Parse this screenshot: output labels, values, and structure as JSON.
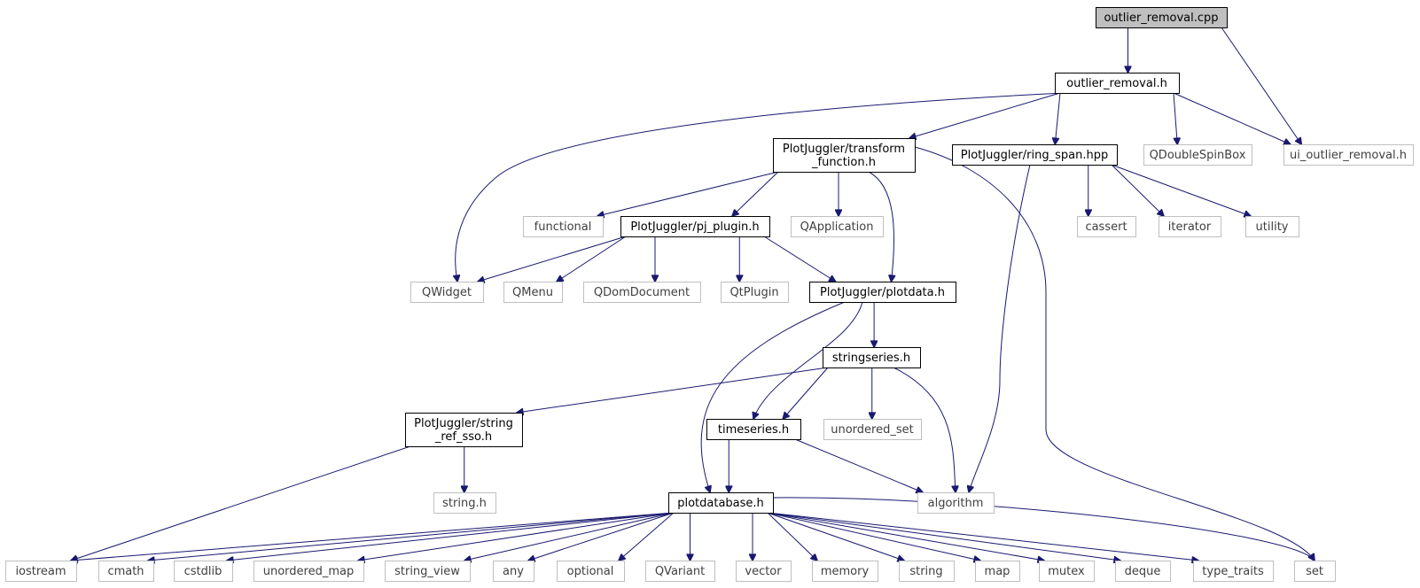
{
  "colors": {
    "edge": "#191970",
    "root_fill": "#bfbfbf",
    "documented_border": "#000000",
    "external_border": "#bfbfbf",
    "external_text": "#3f3f3f",
    "text": "#000000"
  },
  "nodes": [
    {
      "id": "n_outlier_removal_cpp",
      "lines": [
        "outlier_removal.cpp"
      ],
      "kind": "root"
    },
    {
      "id": "n_outlier_removal_h",
      "lines": [
        "outlier_removal.h"
      ],
      "kind": "documented"
    },
    {
      "id": "n_transform_function_h",
      "lines": [
        "PlotJuggler/transform",
        "_function.h"
      ],
      "kind": "documented"
    },
    {
      "id": "n_ring_span_hpp",
      "lines": [
        "PlotJuggler/ring_span.hpp"
      ],
      "kind": "documented"
    },
    {
      "id": "n_qdoublespinbox",
      "lines": [
        "QDoubleSpinBox"
      ],
      "kind": "external"
    },
    {
      "id": "n_ui_outlier_removal_h",
      "lines": [
        "ui_outlier_removal.h"
      ],
      "kind": "external"
    },
    {
      "id": "n_functional",
      "lines": [
        "functional"
      ],
      "kind": "external"
    },
    {
      "id": "n_pj_plugin_h",
      "lines": [
        "PlotJuggler/pj_plugin.h"
      ],
      "kind": "documented"
    },
    {
      "id": "n_qapplication",
      "lines": [
        "QApplication"
      ],
      "kind": "external"
    },
    {
      "id": "n_cassert",
      "lines": [
        "cassert"
      ],
      "kind": "external"
    },
    {
      "id": "n_iterator",
      "lines": [
        "iterator"
      ],
      "kind": "external"
    },
    {
      "id": "n_utility",
      "lines": [
        "utility"
      ],
      "kind": "external"
    },
    {
      "id": "n_qwidget",
      "lines": [
        "QWidget"
      ],
      "kind": "external"
    },
    {
      "id": "n_qmenu",
      "lines": [
        "QMenu"
      ],
      "kind": "external"
    },
    {
      "id": "n_qdomdocument",
      "lines": [
        "QDomDocument"
      ],
      "kind": "external"
    },
    {
      "id": "n_qtplugin",
      "lines": [
        "QtPlugin"
      ],
      "kind": "external"
    },
    {
      "id": "n_plotdata_h",
      "lines": [
        "PlotJuggler/plotdata.h"
      ],
      "kind": "documented"
    },
    {
      "id": "n_stringseries_h",
      "lines": [
        "stringseries.h"
      ],
      "kind": "documented"
    },
    {
      "id": "n_string_ref_sso_h",
      "lines": [
        "PlotJuggler/string",
        "_ref_sso.h"
      ],
      "kind": "documented"
    },
    {
      "id": "n_timeseries_h",
      "lines": [
        "timeseries.h"
      ],
      "kind": "documented"
    },
    {
      "id": "n_unordered_set",
      "lines": [
        "unordered_set"
      ],
      "kind": "external"
    },
    {
      "id": "n_string_h",
      "lines": [
        "string.h"
      ],
      "kind": "external"
    },
    {
      "id": "n_plotdatabase_h",
      "lines": [
        "plotdatabase.h"
      ],
      "kind": "documented"
    },
    {
      "id": "n_algorithm",
      "lines": [
        "algorithm"
      ],
      "kind": "external"
    },
    {
      "id": "n_iostream",
      "lines": [
        "iostream"
      ],
      "kind": "external"
    },
    {
      "id": "n_cmath",
      "lines": [
        "cmath"
      ],
      "kind": "external"
    },
    {
      "id": "n_cstdlib",
      "lines": [
        "cstdlib"
      ],
      "kind": "external"
    },
    {
      "id": "n_unordered_map",
      "lines": [
        "unordered_map"
      ],
      "kind": "external"
    },
    {
      "id": "n_string_view",
      "lines": [
        "string_view"
      ],
      "kind": "external"
    },
    {
      "id": "n_any",
      "lines": [
        "any"
      ],
      "kind": "external"
    },
    {
      "id": "n_optional",
      "lines": [
        "optional"
      ],
      "kind": "external"
    },
    {
      "id": "n_qvariant",
      "lines": [
        "QVariant"
      ],
      "kind": "external"
    },
    {
      "id": "n_vector",
      "lines": [
        "vector"
      ],
      "kind": "external"
    },
    {
      "id": "n_memory",
      "lines": [
        "memory"
      ],
      "kind": "external"
    },
    {
      "id": "n_string",
      "lines": [
        "string"
      ],
      "kind": "external"
    },
    {
      "id": "n_map",
      "lines": [
        "map"
      ],
      "kind": "external"
    },
    {
      "id": "n_mutex",
      "lines": [
        "mutex"
      ],
      "kind": "external"
    },
    {
      "id": "n_deque",
      "lines": [
        "deque"
      ],
      "kind": "external"
    },
    {
      "id": "n_type_traits",
      "lines": [
        "type_traits"
      ],
      "kind": "external"
    },
    {
      "id": "n_set",
      "lines": [
        "set"
      ],
      "kind": "external"
    }
  ],
  "edges": [
    {
      "from": "n_outlier_removal_cpp",
      "to": "n_outlier_removal_h"
    },
    {
      "from": "n_outlier_removal_cpp",
      "to": "n_ui_outlier_removal_h"
    },
    {
      "from": "n_outlier_removal_h",
      "to": "n_transform_function_h"
    },
    {
      "from": "n_outlier_removal_h",
      "to": "n_ring_span_hpp"
    },
    {
      "from": "n_outlier_removal_h",
      "to": "n_qdoublespinbox"
    },
    {
      "from": "n_outlier_removal_h",
      "to": "n_ui_outlier_removal_h"
    },
    {
      "from": "n_outlier_removal_h",
      "to": "n_qwidget"
    },
    {
      "from": "n_transform_function_h",
      "to": "n_functional"
    },
    {
      "from": "n_transform_function_h",
      "to": "n_pj_plugin_h"
    },
    {
      "from": "n_transform_function_h",
      "to": "n_qapplication"
    },
    {
      "from": "n_transform_function_h",
      "to": "n_plotdata_h"
    },
    {
      "from": "n_transform_function_h",
      "to": "n_set"
    },
    {
      "from": "n_ring_span_hpp",
      "to": "n_cassert"
    },
    {
      "from": "n_ring_span_hpp",
      "to": "n_iterator"
    },
    {
      "from": "n_ring_span_hpp",
      "to": "n_utility"
    },
    {
      "from": "n_ring_span_hpp",
      "to": "n_algorithm"
    },
    {
      "from": "n_pj_plugin_h",
      "to": "n_qwidget"
    },
    {
      "from": "n_pj_plugin_h",
      "to": "n_qmenu"
    },
    {
      "from": "n_pj_plugin_h",
      "to": "n_qdomdocument"
    },
    {
      "from": "n_pj_plugin_h",
      "to": "n_qtplugin"
    },
    {
      "from": "n_pj_plugin_h",
      "to": "n_plotdata_h"
    },
    {
      "from": "n_plotdata_h",
      "to": "n_stringseries_h"
    },
    {
      "from": "n_plotdata_h",
      "to": "n_timeseries_h"
    },
    {
      "from": "n_plotdata_h",
      "to": "n_plotdatabase_h"
    },
    {
      "from": "n_stringseries_h",
      "to": "n_string_ref_sso_h"
    },
    {
      "from": "n_stringseries_h",
      "to": "n_timeseries_h"
    },
    {
      "from": "n_stringseries_h",
      "to": "n_unordered_set"
    },
    {
      "from": "n_stringseries_h",
      "to": "n_algorithm"
    },
    {
      "from": "n_string_ref_sso_h",
      "to": "n_string_h"
    },
    {
      "from": "n_string_ref_sso_h",
      "to": "n_iostream"
    },
    {
      "from": "n_timeseries_h",
      "to": "n_plotdatabase_h"
    },
    {
      "from": "n_timeseries_h",
      "to": "n_algorithm"
    },
    {
      "from": "n_plotdatabase_h",
      "to": "n_iostream"
    },
    {
      "from": "n_plotdatabase_h",
      "to": "n_cmath"
    },
    {
      "from": "n_plotdatabase_h",
      "to": "n_cstdlib"
    },
    {
      "from": "n_plotdatabase_h",
      "to": "n_unordered_map"
    },
    {
      "from": "n_plotdatabase_h",
      "to": "n_string_view"
    },
    {
      "from": "n_plotdatabase_h",
      "to": "n_any"
    },
    {
      "from": "n_plotdatabase_h",
      "to": "n_optional"
    },
    {
      "from": "n_plotdatabase_h",
      "to": "n_qvariant"
    },
    {
      "from": "n_plotdatabase_h",
      "to": "n_vector"
    },
    {
      "from": "n_plotdatabase_h",
      "to": "n_memory"
    },
    {
      "from": "n_plotdatabase_h",
      "to": "n_string"
    },
    {
      "from": "n_plotdatabase_h",
      "to": "n_map"
    },
    {
      "from": "n_plotdatabase_h",
      "to": "n_mutex"
    },
    {
      "from": "n_plotdatabase_h",
      "to": "n_deque"
    },
    {
      "from": "n_plotdatabase_h",
      "to": "n_type_traits"
    },
    {
      "from": "n_plotdatabase_h",
      "to": "n_set"
    }
  ]
}
